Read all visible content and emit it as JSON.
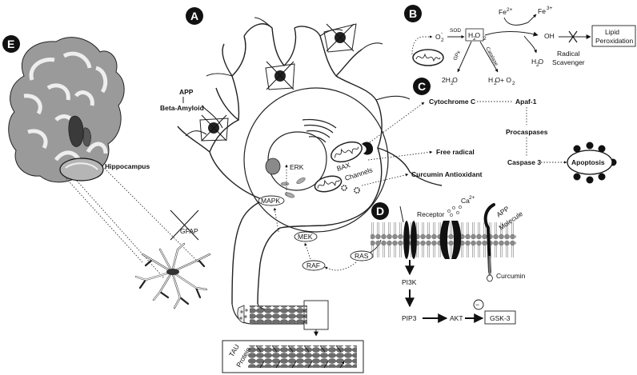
{
  "panels": [
    "A",
    "B",
    "C",
    "D",
    "E"
  ],
  "brain": {
    "hippocampus": "Hippocampus"
  },
  "astrocyte": {
    "gfap": "GFAP"
  },
  "neuron": {
    "app": "APP",
    "beta_amyloid": "Beta-Amyloid",
    "erk": "ERK",
    "mapk": "MAPK",
    "mek": "MEK",
    "raf": "RAF",
    "ras": "RAS",
    "bax_channels": [
      "BAX",
      "Channels"
    ],
    "tau_protein": [
      "TAU",
      "Protein"
    ]
  },
  "ros": {
    "o2": "O",
    "o2_sup": "2",
    "o2_sup2": "-",
    "sod": "SOD",
    "h2o2": "H O",
    "h2o2_sub1": "2",
    "h2o2_sub2": "2",
    "fe2": "Fe",
    "fe2_sup": "2+",
    "fe3": "Fe",
    "fe3_sup": "3+",
    "oh": "OH",
    "h2o": "H O",
    "h2o_sub": "2",
    "gpx": "GPx",
    "catalase": "Catalase",
    "prod_water": "2H O",
    "prod_water_sub": "2",
    "prod_cat": "H O+ O",
    "prod_cat_sub1": "2",
    "prod_cat_sub2": "2",
    "radical_scavenger": [
      "Radical",
      "Scavenger"
    ],
    "lipid_peroxidation": [
      "Lipid",
      "Peroxidation"
    ]
  },
  "apoptosis": {
    "cytochrome_c": "Cytochrome C",
    "apaf1": "Apaf-1",
    "procaspases": "Procaspases",
    "caspase3": "Caspase 3",
    "apoptosis": "Apoptosis",
    "free_radical": "Free radical",
    "curcumin_antioxidant": "Curcumin Antioxidant"
  },
  "membrane": {
    "receptor": "Receptor",
    "ca": "Ca",
    "ca_sup": "2+",
    "app_molecule": [
      "APP",
      "Molecule"
    ],
    "curcumin": "Curcumin",
    "pi3k": "PI3K",
    "pip3": "PIP3",
    "akt": "AKT",
    "minus": "−",
    "gsk3": "GSK-3"
  }
}
